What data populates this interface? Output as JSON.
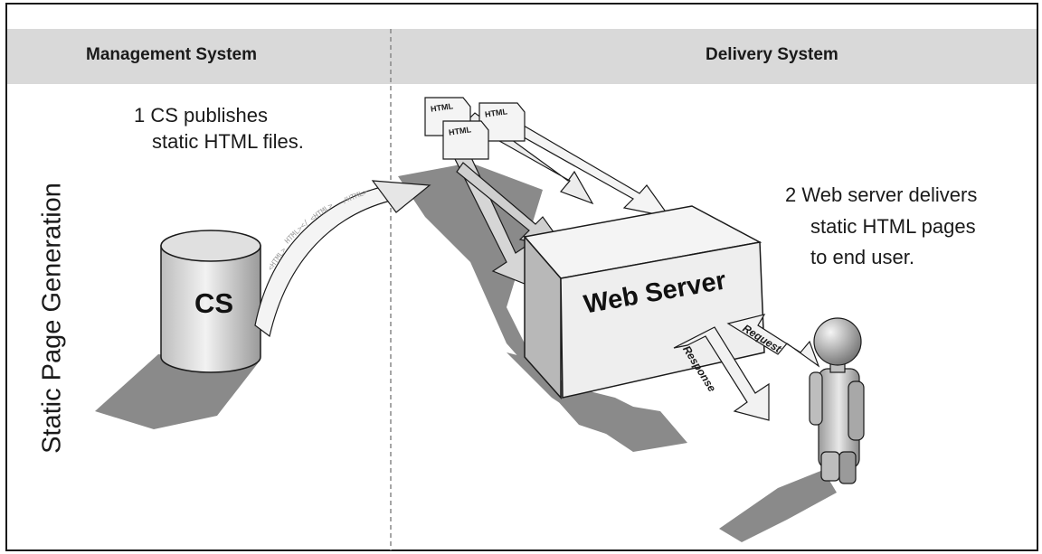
{
  "header": {
    "left_label": "Management System",
    "right_label": "Delivery System"
  },
  "side_label": "Static Page Generation",
  "steps": {
    "step1_line1": "1 CS publishes",
    "step1_line2": "static HTML files.",
    "step2_line1": "2 Web server delivers",
    "step2_line2": "static HTML pages",
    "step2_line3": "to end user."
  },
  "cs_label": "CS",
  "server_label": "Web Server",
  "files": [
    "HTML",
    "HTML",
    "HTML"
  ],
  "arrow_labels": {
    "response": "Response",
    "request": "Request"
  },
  "colors": {
    "header_bg": "#d9d9d9",
    "shadow": "#808080",
    "box_light": "#f4f4f4",
    "box_mid": "#c8c8c8",
    "divider": "#888888"
  }
}
